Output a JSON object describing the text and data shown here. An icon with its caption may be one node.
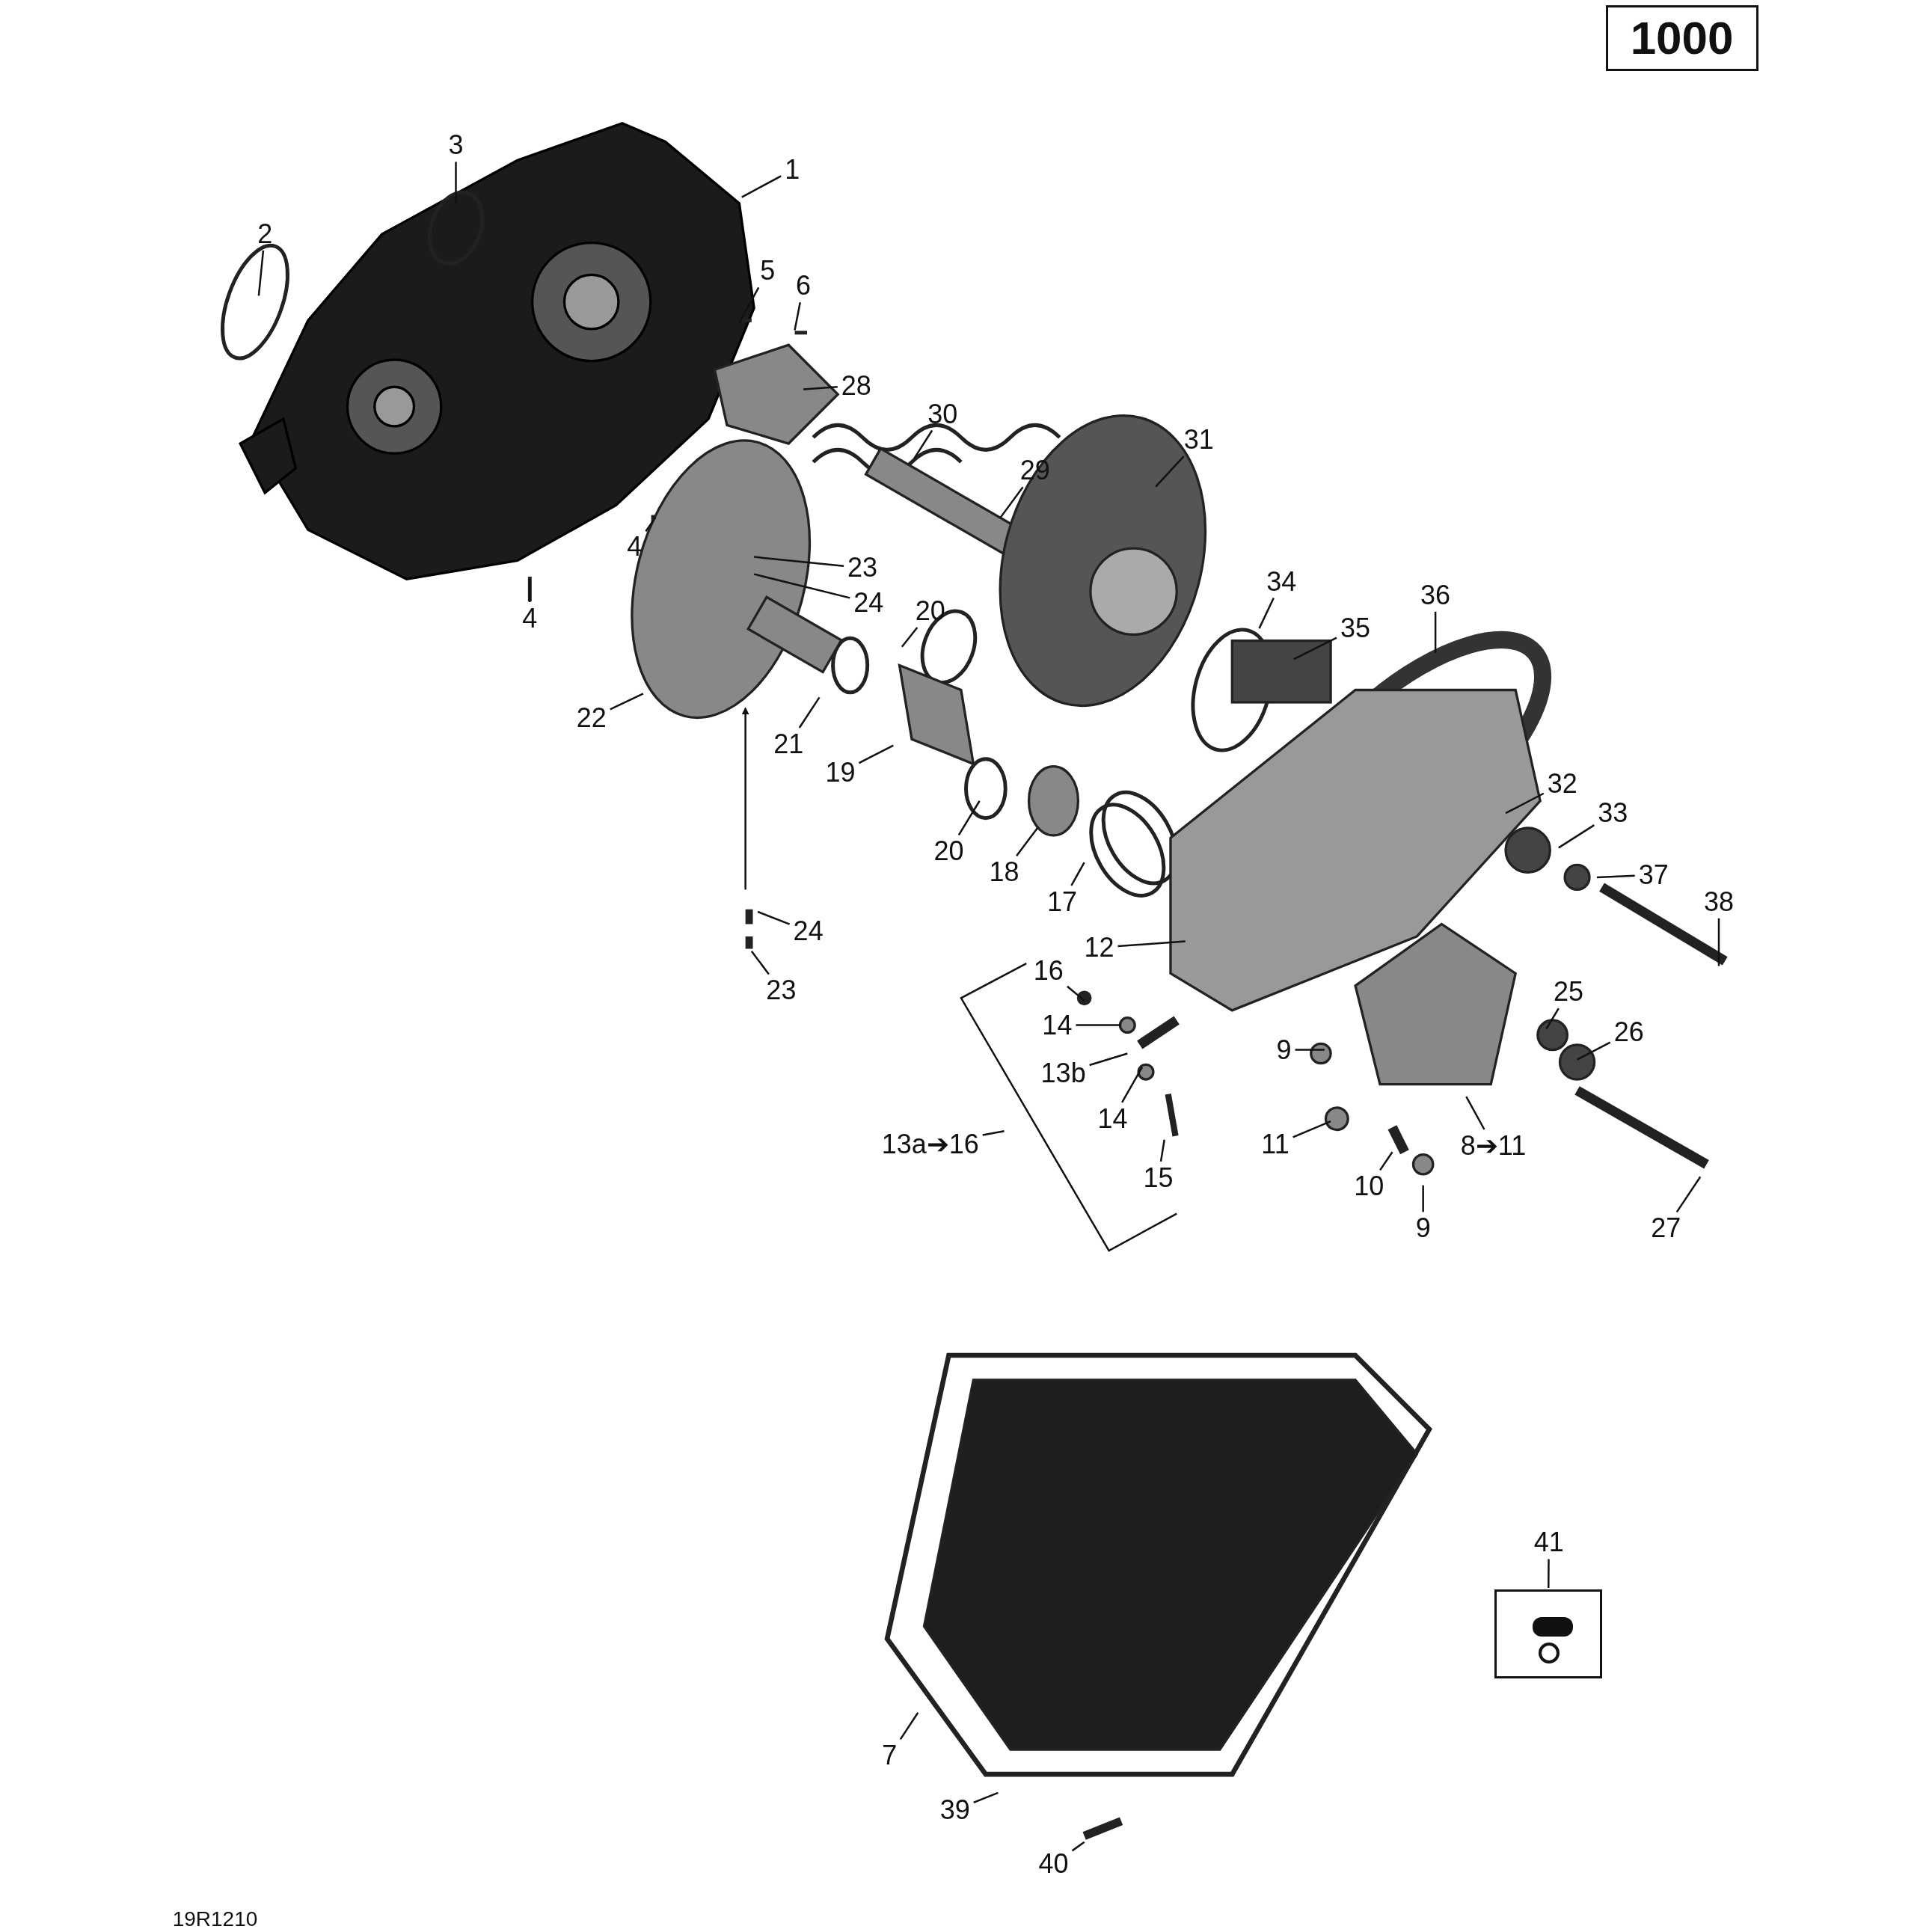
{
  "diagram": {
    "nodes": [
      {
        "text": [
          "1000"
        ]
      },
      {
        "text": [
          "3"
        ]
      },
      {
        "text": [
          "1"
        ]
      },
      {
        "text": [
          "2"
        ]
      },
      {
        "text": [
          "5"
        ]
      },
      {
        "text": [
          "6"
        ]
      },
      {
        "text": [
          "28"
        ]
      },
      {
        "text": [
          "30"
        ]
      },
      {
        "text": [
          "31"
        ]
      },
      {
        "text": [
          "29"
        ]
      },
      {
        "text": [
          "4"
        ]
      },
      {
        "text": [
          "23"
        ]
      },
      {
        "text": [
          "34"
        ]
      },
      {
        "text": [
          "36"
        ]
      },
      {
        "text": [
          "24"
        ]
      },
      {
        "text": [
          "20"
        ]
      },
      {
        "text": [
          "4"
        ]
      },
      {
        "text": [
          "35"
        ]
      },
      {
        "text": [
          "22"
        ]
      },
      {
        "text": [
          "21"
        ]
      },
      {
        "text": [
          "19"
        ]
      },
      {
        "text": [
          "32"
        ]
      },
      {
        "text": [
          "33"
        ]
      },
      {
        "text": [
          "20"
        ]
      },
      {
        "text": [
          "18"
        ]
      },
      {
        "text": [
          "37"
        ]
      },
      {
        "text": [
          "17"
        ]
      },
      {
        "text": [
          "38"
        ]
      },
      {
        "text": [
          "24"
        ]
      },
      {
        "text": [
          "12"
        ]
      },
      {
        "text": [
          "16"
        ]
      },
      {
        "text": [
          "23"
        ]
      },
      {
        "text": [
          "25"
        ]
      },
      {
        "text": [
          "14"
        ]
      },
      {
        "text": [
          "26"
        ]
      },
      {
        "text": [
          "9"
        ]
      },
      {
        "text": [
          "13b"
        ]
      },
      {
        "text": [
          "14"
        ]
      },
      {
        "text": [
          "13a➔16"
        ]
      },
      {
        "text": [
          "11"
        ]
      },
      {
        "text": [
          "8➔11"
        ]
      },
      {
        "text": [
          "15"
        ]
      },
      {
        "text": [
          "10"
        ]
      },
      {
        "text": [
          "9"
        ]
      },
      {
        "text": [
          "27"
        ]
      },
      {
        "text": [
          "41"
        ]
      },
      {
        "text": [],
        "shape": "box"
      },
      {
        "text": [
          "7"
        ]
      },
      {
        "text": [
          "39"
        ]
      },
      {
        "text": [
          "40"
        ]
      }
    ],
    "edges": [
      {
        "from": 1,
        "to": null,
        "arrow": "none"
      },
      {
        "from": 2,
        "to": null,
        "arrow": "none"
      },
      {
        "from": 3,
        "to": null,
        "arrow": "none"
      },
      {
        "from": 4,
        "to": null,
        "arrow": "none"
      },
      {
        "from": 5,
        "to": null,
        "arrow": "none"
      },
      {
        "from": 6,
        "to": null,
        "arrow": "none"
      },
      {
        "from": 7,
        "to": null,
        "arrow": "none"
      },
      {
        "from": 8,
        "to": null,
        "arrow": "none"
      },
      {
        "from": 9,
        "to": null,
        "arrow": "none"
      },
      {
        "from": 10,
        "to": null,
        "arrow": "none"
      },
      {
        "from": 11,
        "to": null,
        "arrow": "none"
      },
      {
        "from": 12,
        "to": null,
        "arrow": "none"
      },
      {
        "from": 13,
        "to": null,
        "arrow": "none"
      },
      {
        "from": 14,
        "to": null,
        "arrow": "none"
      },
      {
        "from": 15,
        "to": null,
        "arrow": "none"
      },
      {
        "from": 16,
        "to": null,
        "arrow": "none"
      },
      {
        "from": 17,
        "to": null,
        "arrow": "none"
      },
      {
        "from": 18,
        "to": null,
        "arrow": "none"
      },
      {
        "from": 19,
        "to": null,
        "arrow": "none"
      },
      {
        "from": 20,
        "to": null,
        "arrow": "none"
      },
      {
        "from": 21,
        "to": null,
        "arrow": "none"
      },
      {
        "from": 22,
        "to": null,
        "arrow": "none"
      },
      {
        "from": 23,
        "to": null,
        "arrow": "none"
      },
      {
        "from": 24,
        "to": null,
        "arrow": "none"
      },
      {
        "from": 25,
        "to": null,
        "arrow": "none"
      },
      {
        "from": 26,
        "to": null,
        "arrow": "none"
      },
      {
        "from": 27,
        "to": null,
        "arrow": "none"
      },
      {
        "from": 28,
        "to": null,
        "arrow": "none"
      },
      {
        "from": 29,
        "to": null,
        "arrow": "none"
      },
      {
        "from": 30,
        "to": null,
        "arrow": "none"
      },
      {
        "from": 31,
        "to": null,
        "arrow": "none"
      },
      {
        "from": 32,
        "to": null,
        "arrow": "none"
      },
      {
        "from": 33,
        "to": null,
        "arrow": "none"
      },
      {
        "from": 34,
        "to": null,
        "arrow": "none"
      },
      {
        "from": 35,
        "to": null,
        "arrow": "none"
      },
      {
        "from": 36,
        "to": null,
        "arrow": "none"
      },
      {
        "from": 37,
        "to": null,
        "arrow": "none"
      },
      {
        "from": 38,
        "to": null,
        "arrow": "none"
      },
      {
        "from": 39,
        "to": null,
        "arrow": "none"
      },
      {
        "from": 40,
        "to": null,
        "arrow": "none"
      },
      {
        "from": 41,
        "to": null,
        "arrow": "none"
      },
      {
        "from": 42,
        "to": null,
        "arrow": "none"
      },
      {
        "from": 43,
        "to": null,
        "arrow": "none"
      },
      {
        "from": 44,
        "to": null,
        "arrow": "none"
      },
      {
        "from": 45,
        "to": 46,
        "arrow": "none"
      },
      {
        "from": 47,
        "to": null,
        "arrow": "none"
      },
      {
        "from": 48,
        "to": null,
        "arrow": "none"
      },
      {
        "from": 49,
        "to": null,
        "arrow": "none"
      }
    ],
    "labels": [
      "19R1210"
    ]
  }
}
